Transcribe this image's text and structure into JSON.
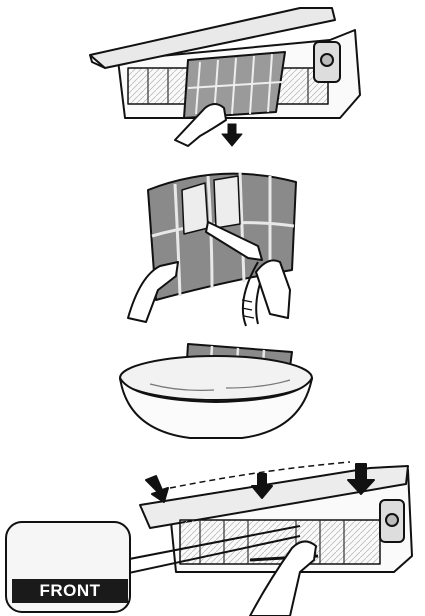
{
  "steps": [
    {
      "name": "remove-filter",
      "arrow": "down-arrow-icon"
    },
    {
      "name": "clean-filter-with-vacuum",
      "tool": "vacuum-nozzle"
    },
    {
      "name": "wash-filter-in-basin",
      "tool": "water-basin"
    },
    {
      "name": "reinsert-filter-and-close-panel",
      "arrows": [
        "press-arrow-icon",
        "press-arrow-icon",
        "press-arrow-icon"
      ]
    }
  ],
  "callout": {
    "label": "FRONT"
  },
  "colors": {
    "line": "#111111",
    "panel": "#f4f4f4",
    "filter": "#8a8a8a",
    "label_bg": "#1a1a1a",
    "label_text": "#ffffff"
  }
}
